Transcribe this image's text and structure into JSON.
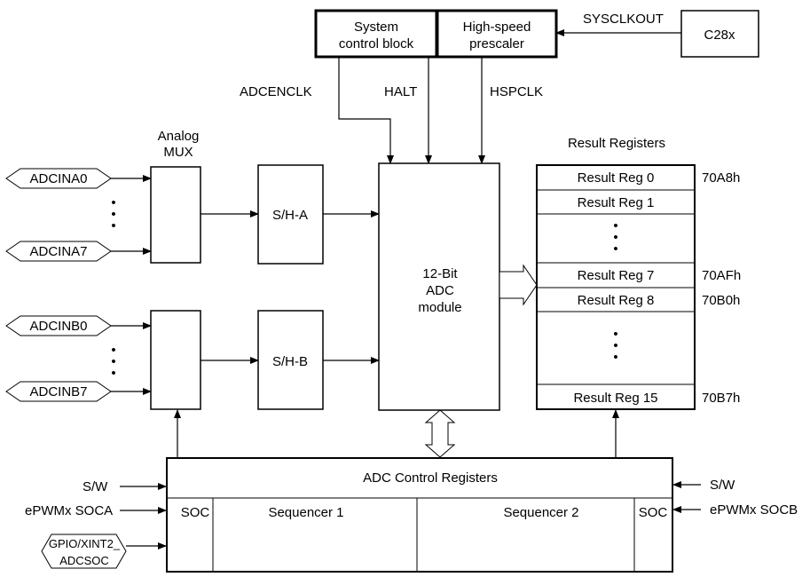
{
  "blocks": {
    "system_control": [
      "System",
      "control block"
    ],
    "prescaler": [
      "High-speed",
      "prescaler"
    ],
    "cpu": "C28x",
    "mux_label": [
      "Analog",
      "MUX"
    ],
    "sha": "S/H-A",
    "shb": "S/H-B",
    "adc_module": [
      "12-Bit",
      "ADC",
      "module"
    ],
    "result_title": "Result Registers",
    "control_title": "ADC Control Registers",
    "soc_left": "SOC",
    "soc_right": "SOC",
    "sequencer1": "Sequencer 1",
    "sequencer2": "Sequencer 2"
  },
  "signals": {
    "sysclkout": "SYSCLKOUT",
    "adcenclk": "ADCENCLK",
    "halt": "HALT",
    "hspclk": "HSPCLK",
    "sw_left": "S/W",
    "sw_right": "S/W",
    "soca": "ePWMx SOCA",
    "socb": "ePWMx SOCB",
    "gpio": [
      "GPIO/XINT2_",
      "ADCSOC"
    ]
  },
  "inputs": {
    "a0": "ADCINA0",
    "a7": "ADCINA7",
    "b0": "ADCINB0",
    "b7": "ADCINB7",
    "ellipsis": "•"
  },
  "registers": [
    {
      "label": "Result Reg 0",
      "addr": "70A8h"
    },
    {
      "label": "Result Reg 1",
      "addr": ""
    },
    {
      "label": "Result Reg 7",
      "addr": "70AFh"
    },
    {
      "label": "Result Reg 8",
      "addr": "70B0h"
    },
    {
      "label": "Result Reg 15",
      "addr": "70B7h"
    }
  ]
}
